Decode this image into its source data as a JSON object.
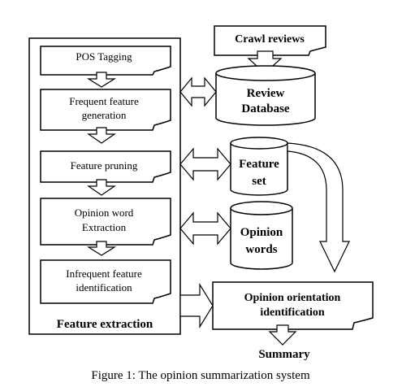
{
  "diagram": {
    "top_input": "Crawl reviews",
    "group_title": "Feature extraction",
    "steps": [
      {
        "lines": [
          "POS Tagging"
        ]
      },
      {
        "lines": [
          "Frequent feature",
          "generation"
        ]
      },
      {
        "lines": [
          "Feature pruning"
        ]
      },
      {
        "lines": [
          "Opinion word",
          "Extraction"
        ]
      },
      {
        "lines": [
          "Infrequent feature",
          "identification"
        ]
      }
    ],
    "stores": [
      {
        "lines": [
          "Review",
          "Database"
        ]
      },
      {
        "lines": [
          "Feature",
          "set"
        ]
      },
      {
        "lines": [
          "Opinion",
          "words"
        ]
      }
    ],
    "orientation": {
      "lines": [
        "Opinion orientation",
        "identification"
      ]
    },
    "output": "Summary"
  },
  "caption": "Figure 1: The opinion summarization system"
}
